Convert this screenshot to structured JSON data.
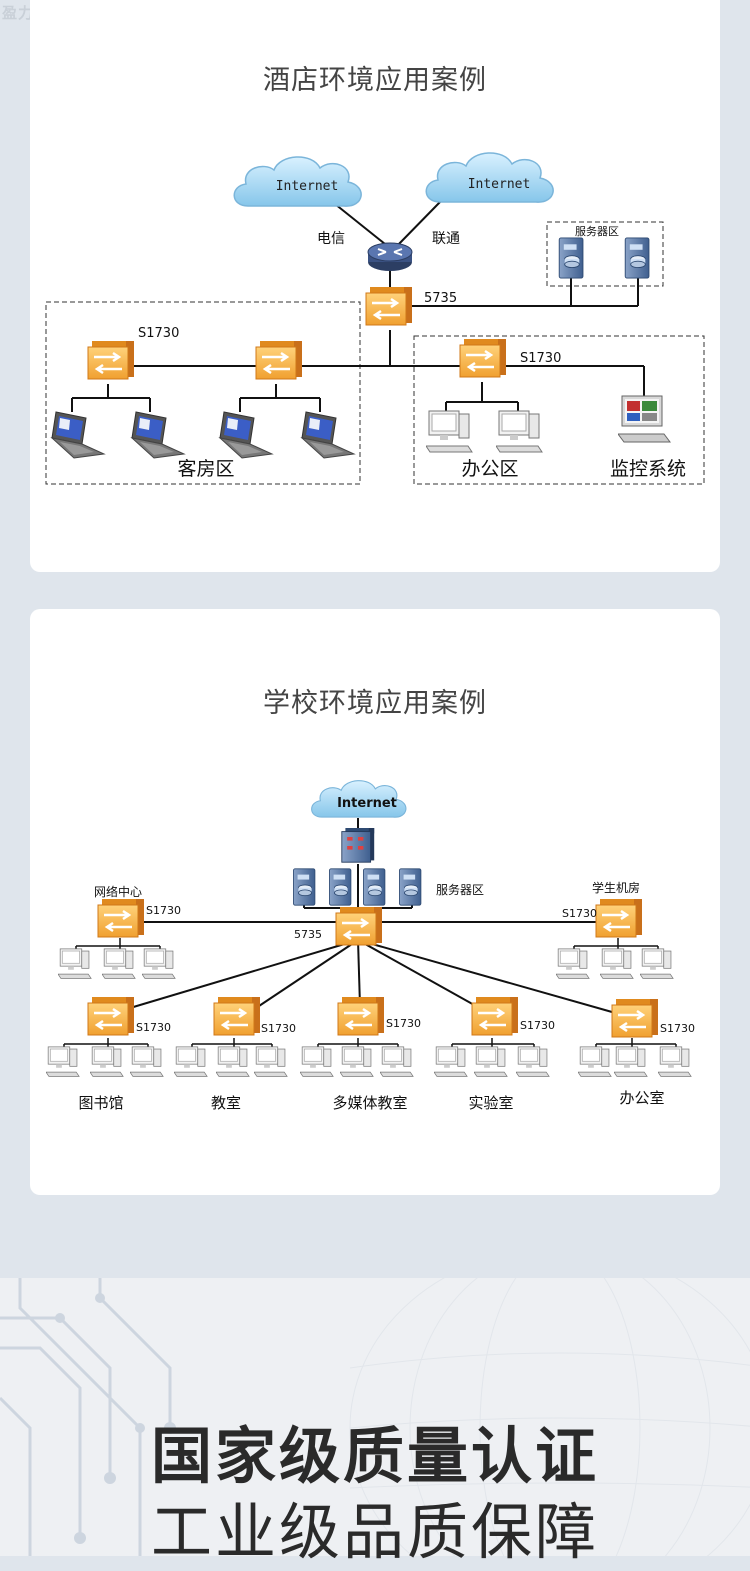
{
  "brand": "盈力",
  "hotel": {
    "title": "酒店环境应用案例",
    "clouds": [
      "Internet",
      "Internet"
    ],
    "isp_left": "电信",
    "isp_right": "联通",
    "core": "5735",
    "server_zone": "服务器区",
    "access_left": "S1730",
    "access_right": "S1730",
    "zone_guest": "客房区",
    "zone_office": "办公区",
    "zone_monitor": "监控系统"
  },
  "school": {
    "title": "学校环境应用案例",
    "cloud": "Internet",
    "server_zone": "服务器区",
    "core": "5735",
    "network_center": "网络中心",
    "student_lab": "学生机房",
    "access": "S1730",
    "branches": [
      "图书馆",
      "教室",
      "多媒体教室",
      "实验室",
      "办公室"
    ]
  },
  "footer": {
    "line1": "国家级质量认证",
    "line2": "工业级品质保障"
  }
}
